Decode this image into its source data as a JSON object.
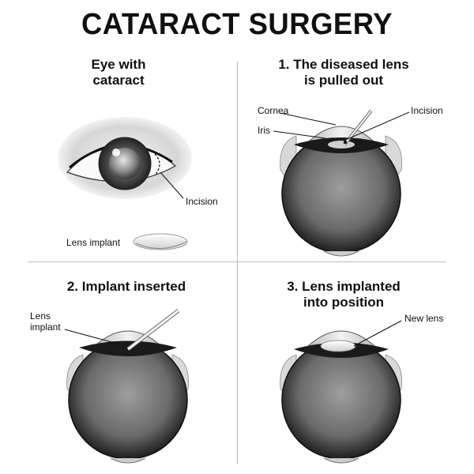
{
  "title": "CATARACT SURGERY",
  "panels": {
    "eye": {
      "title_line1": "Eye with",
      "title_line2": "cataract",
      "labels": {
        "incision": "Incision",
        "lens_implant": "Lens implant"
      }
    },
    "step1": {
      "title_line1": "1. The diseased lens",
      "title_line2": "is pulled out",
      "labels": {
        "cornea": "Cornea",
        "iris": "Iris",
        "incision": "Incision"
      }
    },
    "step2": {
      "title": "2. Implant inserted",
      "labels": {
        "lens_line1": "Lens",
        "lens_line2": "implant"
      }
    },
    "step3": {
      "title_line1": "3. Lens implanted",
      "title_line2": "into position",
      "labels": {
        "new_lens": "New lens"
      }
    }
  },
  "colors": {
    "ink": "#111111",
    "divider": "#bdbdbd",
    "eyeball_dark": "#1a1a1a",
    "eyeball_light": "#9a9a9a"
  }
}
